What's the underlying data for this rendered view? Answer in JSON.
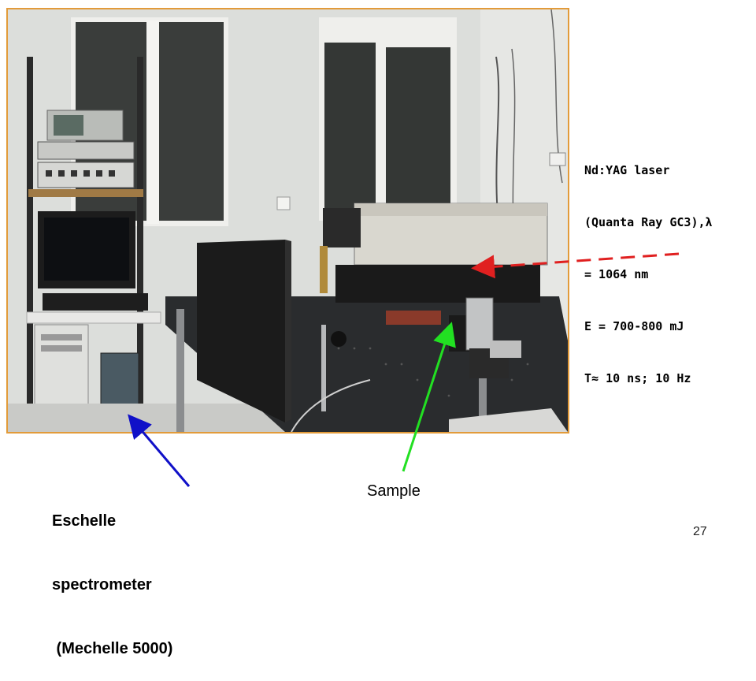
{
  "slide": {
    "laser_label": {
      "line1": "Nd:YAG laser",
      "line2": "(Quanta Ray GC3),λ",
      "line3": "= 1064 nm",
      "line4": "E = 700-800 mJ",
      "line5": "T≈ 10 ns; 10 Hz"
    },
    "spectrometer_label": {
      "line1": "Eschelle",
      "line2": "spectrometer",
      "line3": " (Mechelle 5000)"
    },
    "sample_label": "Sample",
    "page_number": "27"
  },
  "colors": {
    "photo_border": "#e29b3a",
    "laser_arrow": "#e02020",
    "spectrometer_arrow": "#1010c8",
    "sample_arrow": "#22e022"
  }
}
